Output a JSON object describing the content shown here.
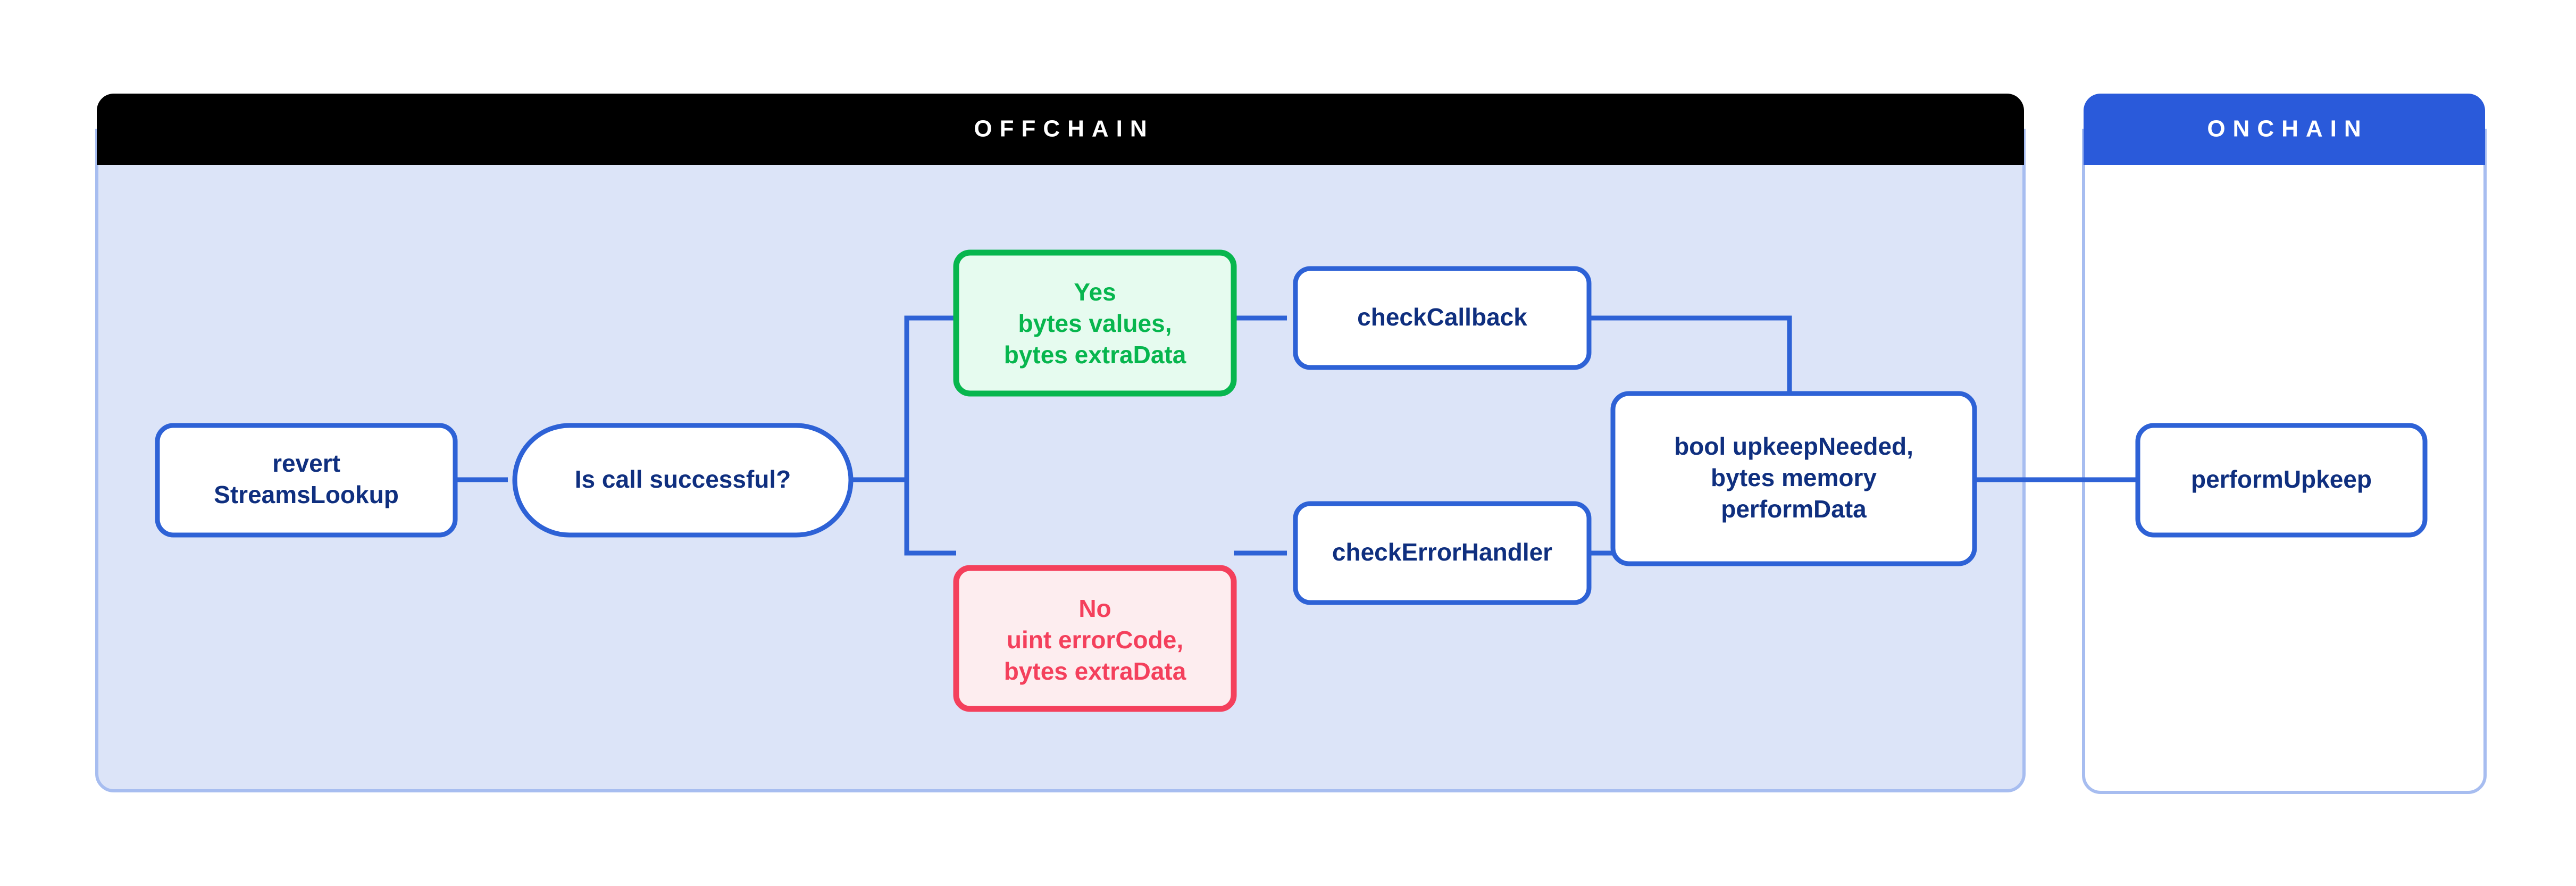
{
  "diagram": {
    "title_offchain": "OFFCHAIN",
    "title_onchain": "ONCHAIN",
    "colors": {
      "offchain_header_bg": "#000000",
      "offchain_body_bg": "#DCE4F8",
      "onchain_header_bg": "#2A5ADA",
      "onchain_body_bg": "#FFFFFF",
      "panel_border": "#A7BDF0",
      "node_border": "#2E62D6",
      "node_text": "#0F2F7F",
      "connector": "#2E62D6",
      "green_border": "#07B64E",
      "green_fill": "#E6FBEF",
      "green_text": "#07B64E",
      "red_border": "#F4405C",
      "red_fill": "#FDEDEF",
      "red_text": "#F4405C",
      "header_text": "#FFFFFF"
    },
    "panels": [
      {
        "id": "offchain",
        "label": "OFFCHAIN"
      },
      {
        "id": "onchain",
        "label": "ONCHAIN"
      }
    ],
    "nodes": [
      {
        "id": "revert-streams-lookup",
        "shape": "rounded-rect",
        "style": "navy",
        "lines": [
          "revert",
          "StreamsLookup"
        ]
      },
      {
        "id": "is-call-successful",
        "shape": "stadium",
        "style": "navy",
        "lines": [
          "Is call successful?"
        ]
      },
      {
        "id": "yes-branch",
        "shape": "rounded-rect",
        "style": "green",
        "lines": [
          "Yes",
          "bytes values,",
          "bytes extraData"
        ]
      },
      {
        "id": "no-branch",
        "shape": "rounded-rect",
        "style": "red",
        "lines": [
          "No",
          "uint errorCode,",
          "bytes extraData"
        ]
      },
      {
        "id": "check-callback",
        "shape": "rounded-rect",
        "style": "navy",
        "lines": [
          "checkCallback"
        ]
      },
      {
        "id": "check-error-handler",
        "shape": "rounded-rect",
        "style": "navy",
        "lines": [
          "checkErrorHandler"
        ]
      },
      {
        "id": "upkeep-result",
        "shape": "rounded-rect",
        "style": "navy",
        "lines": [
          "bool upkeepNeeded,",
          "bytes memory",
          "performData"
        ]
      },
      {
        "id": "perform-upkeep",
        "shape": "rounded-rect",
        "style": "navy",
        "lines": [
          "performUpkeep"
        ]
      }
    ],
    "edges": [
      {
        "id": "revert-to-decision",
        "from": "revert-streams-lookup",
        "to": "is-call-successful",
        "arrow": true
      },
      {
        "id": "decision-to-yes",
        "from": "is-call-successful",
        "to": "yes-branch",
        "arrow": false
      },
      {
        "id": "decision-to-no",
        "from": "is-call-successful",
        "to": "no-branch",
        "arrow": false
      },
      {
        "id": "yes-to-check-callback",
        "from": "yes-branch",
        "to": "check-callback",
        "arrow": true
      },
      {
        "id": "no-to-check-error-handler",
        "from": "no-branch",
        "to": "check-error-handler",
        "arrow": true
      },
      {
        "id": "check-callback-to-result",
        "from": "check-callback",
        "to": "upkeep-result",
        "arrow": false
      },
      {
        "id": "check-error-handler-to-result",
        "from": "check-error-handler",
        "to": "upkeep-result",
        "arrow": false
      },
      {
        "id": "result-to-perform-upkeep",
        "from": "upkeep-result",
        "to": "perform-upkeep",
        "arrow": true
      }
    ]
  }
}
